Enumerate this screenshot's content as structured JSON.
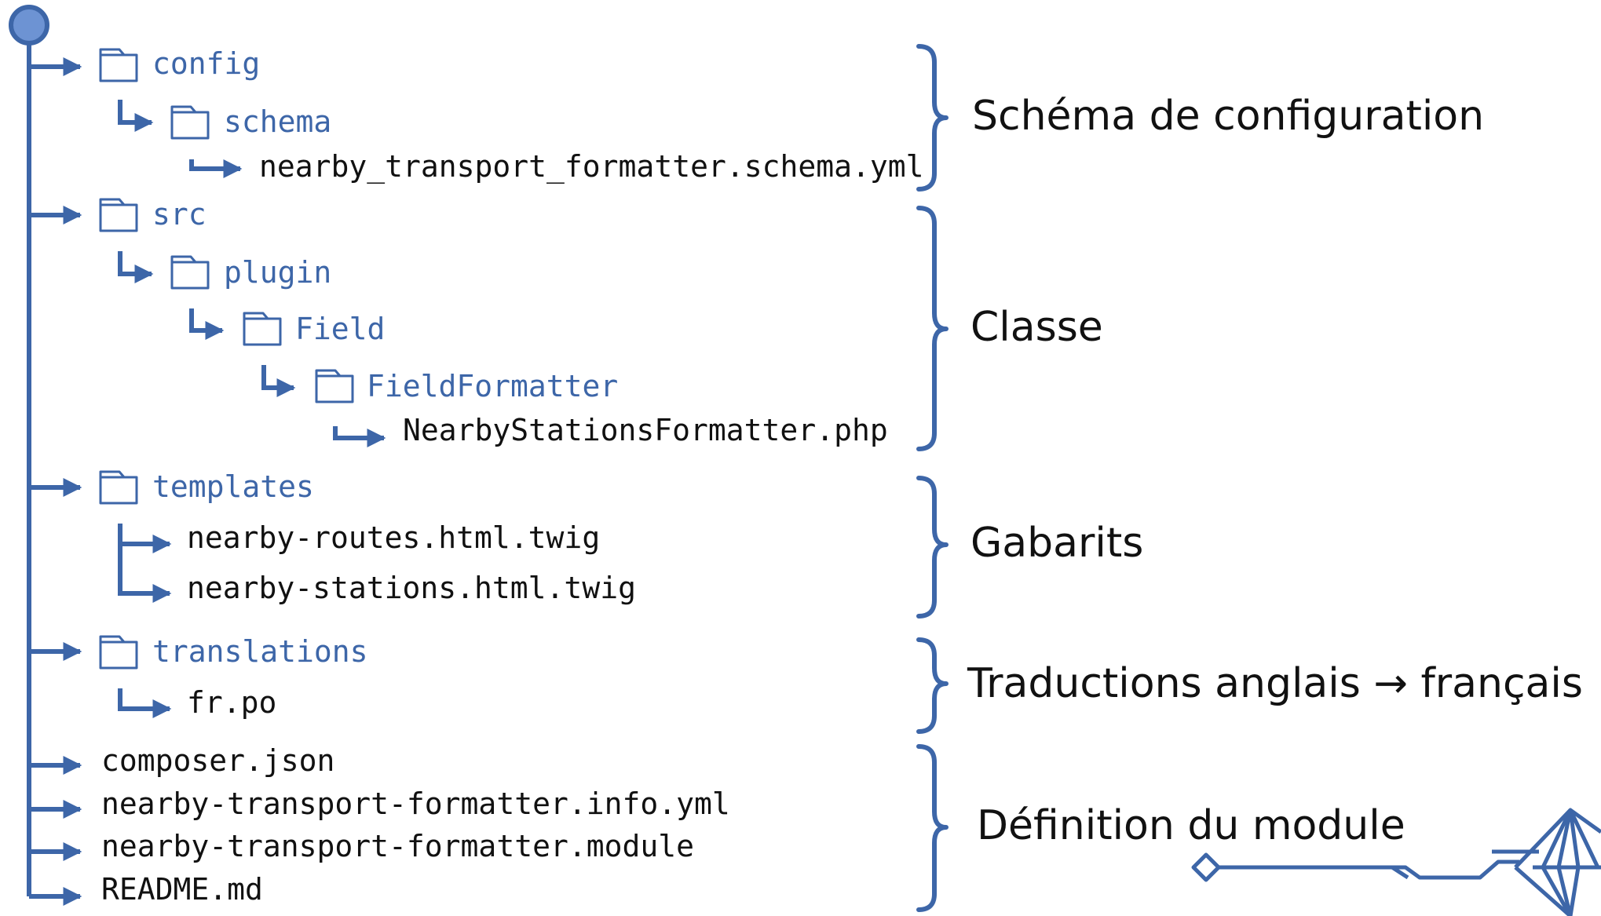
{
  "colors": {
    "accent": "#3d66a8",
    "text": "#111111",
    "background": "#ffffff"
  },
  "tree": {
    "config": "config",
    "schema": "schema",
    "schema_file": "nearby_transport_formatter.schema.yml",
    "src": "src",
    "plugin": "plugin",
    "field": "Field",
    "field_formatter": "FieldFormatter",
    "formatter_file": "NearbyStationsFormatter.php",
    "templates": "templates",
    "routes_twig": "nearby-routes.html.twig",
    "stations_twig": "nearby-stations.html.twig",
    "translations": "translations",
    "fr_po": "fr.po",
    "composer": "composer.json",
    "info_yml": "nearby-transport-formatter.info.yml",
    "module_file": "nearby-transport-formatter.module",
    "readme": "README.md"
  },
  "annotations": {
    "schema": "Schéma de configuration",
    "classe": "Classe",
    "gabarits": "Gabarits",
    "traductions": "Traductions anglais → français",
    "definition": "Définition du module"
  },
  "icons": [
    "root-node-icon",
    "folder-icon",
    "arrow-icon",
    "brace-icon",
    "art-deco-ornament-icon"
  ]
}
